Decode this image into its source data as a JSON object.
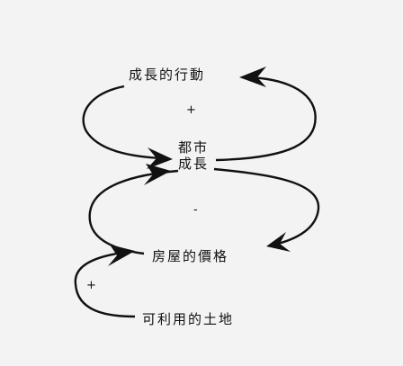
{
  "nodes": {
    "growth_action": "成長的行動",
    "city_growth_line1": "都市",
    "city_growth_line2": "成長",
    "housing_price": "房屋的價格",
    "available_land": "可利用的土地"
  },
  "links": {
    "top_loop_polarity": "+",
    "middle_loop_polarity": "-",
    "land_link_polarity": "+"
  },
  "colors": {
    "background": "#f3f3f3",
    "ink": "#111111"
  }
}
